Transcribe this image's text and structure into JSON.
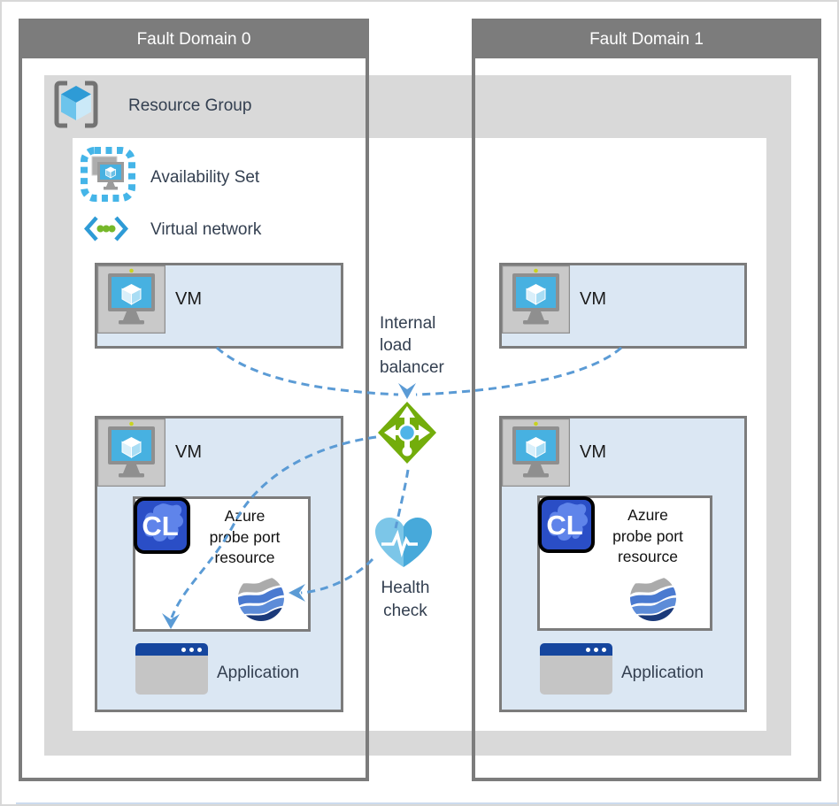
{
  "fault_domains": {
    "fd0": "Fault Domain 0",
    "fd1": "Fault Domain 1"
  },
  "resource_group_label": "Resource Group",
  "availability_set_label": "Availability Set",
  "virtual_network_label": "Virtual network",
  "vm_label": "VM",
  "probe_resource": {
    "line1": "Azure",
    "line2": "probe port",
    "line3": "resource"
  },
  "application_label": "Application",
  "load_balancer": {
    "line1": "Internal",
    "line2": "load",
    "line3": "balancer"
  },
  "health_check": {
    "line1": "Health",
    "line2": "check"
  },
  "cl_badge_text": "CL",
  "icons": {
    "resource_group": "resource-group-cube-icon",
    "availability_set": "availability-set-icon",
    "virtual_network": "virtual-network-icon",
    "vm": "virtual-machine-icon",
    "load_balancer": "load-balancer-icon",
    "health_check": "health-check-heart-icon",
    "probe_globe": "globe-icon",
    "cluster_badge": "cluster-cl-icon",
    "application": "application-window-icon"
  },
  "colors": {
    "frame_gray": "#7c7c7c",
    "band_gray": "#d9d9d9",
    "vm_fill": "#dbe7f3",
    "arrow_blue": "#5b9bd5",
    "label_navy": "#333f50",
    "lb_green": "#73ad0b",
    "heart_blue_light": "#7cc6e8",
    "heart_blue_dark": "#47a9da",
    "cl_blue": "#2a4ec6",
    "app_titlebar_blue": "#16469e",
    "globe_navy": "#1b3a7a"
  }
}
